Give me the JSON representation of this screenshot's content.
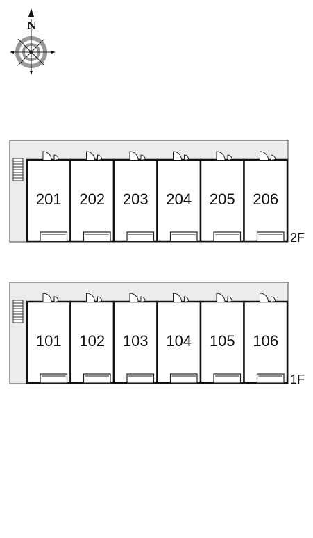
{
  "compass": {
    "north_label": "N",
    "icon": "compass-rose-icon"
  },
  "floors": [
    {
      "id": "2f",
      "label": "2F",
      "stair_icon": "stairs-icon",
      "units": [
        "201",
        "202",
        "203",
        "204",
        "205",
        "206"
      ]
    },
    {
      "id": "1f",
      "label": "1F",
      "stair_icon": "stairs-icon",
      "units": [
        "101",
        "102",
        "103",
        "104",
        "105",
        "106"
      ]
    }
  ],
  "colors": {
    "walkway": "#ececec",
    "wall": "#111111",
    "compass_ring": "#9a9a9a"
  }
}
